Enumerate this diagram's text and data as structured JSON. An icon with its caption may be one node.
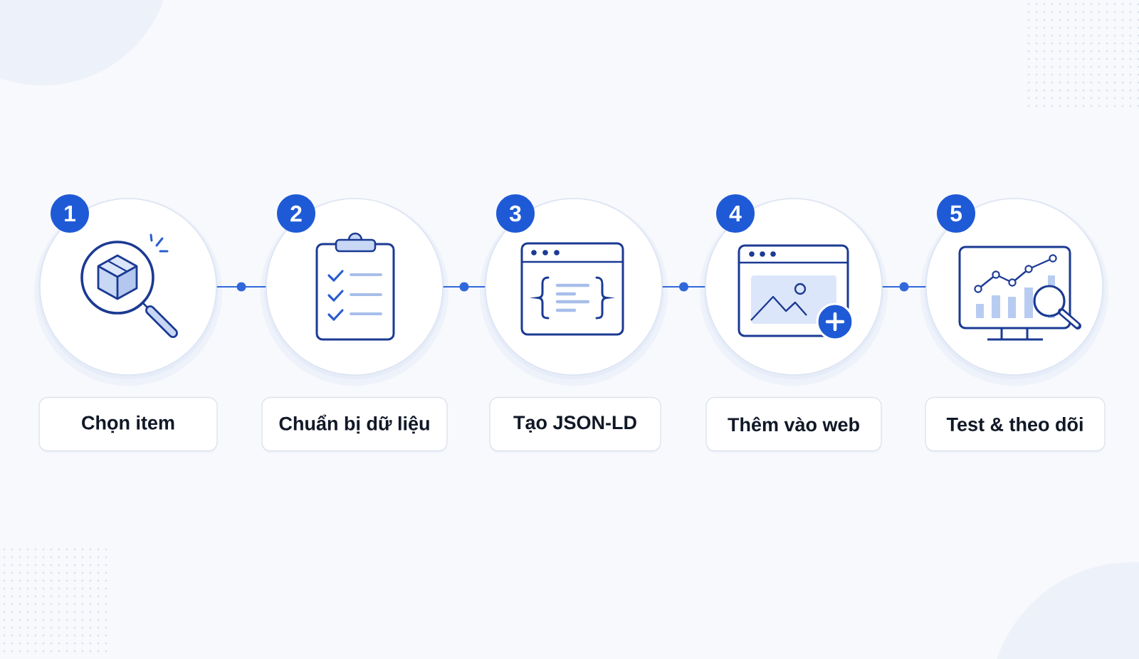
{
  "diagram": {
    "nodes": [
      {
        "text": [
          "1"
        ]
      },
      {
        "text": [],
        "shape": "circle"
      },
      {
        "text": [
          "Chọn item"
        ]
      },
      {
        "text": [
          "2"
        ]
      },
      {
        "text": [],
        "shape": "circle"
      },
      {
        "text": [
          "Chuẩn bị dữ liệu"
        ]
      },
      {
        "text": [
          "3"
        ]
      },
      {
        "text": [],
        "shape": "circle"
      },
      {
        "text": [
          "Tạo JSON-LD"
        ]
      },
      {
        "text": [
          "4"
        ]
      },
      {
        "text": [],
        "shape": "circle"
      },
      {
        "text": [
          "Thêm vào web"
        ]
      },
      {
        "text": [
          "5"
        ]
      },
      {
        "text": [],
        "shape": "circle"
      },
      {
        "text": [
          "Test & theo dõi"
        ]
      }
    ],
    "edges": [
      {
        "from": 1,
        "to": 4,
        "arrow": "none"
      },
      {
        "from": 4,
        "to": 7,
        "arrow": "none"
      },
      {
        "from": 7,
        "to": 10,
        "arrow": "none"
      },
      {
        "from": 10,
        "to": 13,
        "arrow": "none"
      }
    ]
  }
}
